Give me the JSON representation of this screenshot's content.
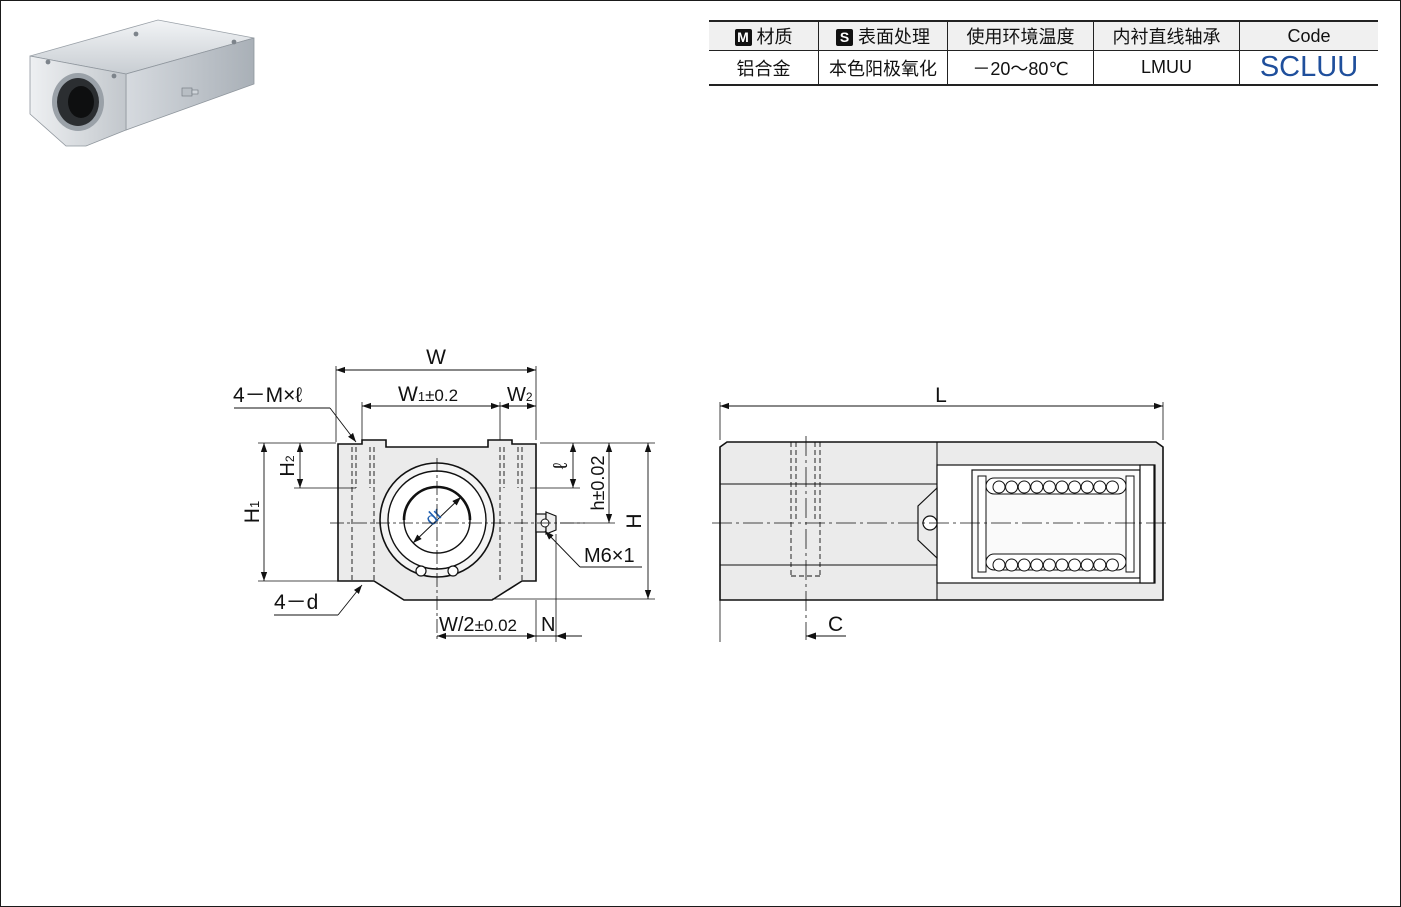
{
  "spec_table": {
    "headers": [
      {
        "badge": "M",
        "label": "材质"
      },
      {
        "badge": "S",
        "label": "表面处理"
      },
      {
        "badge": "",
        "label": "使用环境温度"
      },
      {
        "badge": "",
        "label": "内衬直线轴承"
      },
      {
        "badge": "",
        "label": "Code"
      }
    ],
    "row": [
      "铝合金",
      "本色阳极氧化",
      "－20～80℃",
      "LMUU",
      "SCLUU"
    ]
  },
  "front_view": {
    "W": "W",
    "W1": "W",
    "W1_sub": "1",
    "W1_tol": "±0.2",
    "W2": "W",
    "W2_sub": "2",
    "screw_label": "4－M×ℓ",
    "H1": "H",
    "H1_sub": "1",
    "H2": "H",
    "H2_sub": "2",
    "ell": "ℓ",
    "h_tol": "h±0.02",
    "H": "H",
    "dr": "dr",
    "grease": "M6×1",
    "holes": "4－d",
    "half_w": "W/2",
    "half_w_tol": "±0.02",
    "N": "N"
  },
  "side_view": {
    "L": "L",
    "C": "C"
  },
  "colors": {
    "line": "#111111",
    "body_fill": "#e9e9e9",
    "accent": "#1f5fb0",
    "code": "#1f4f9c"
  },
  "icons": [
    "product-photo",
    "material-badge-icon",
    "surface-badge-icon"
  ]
}
